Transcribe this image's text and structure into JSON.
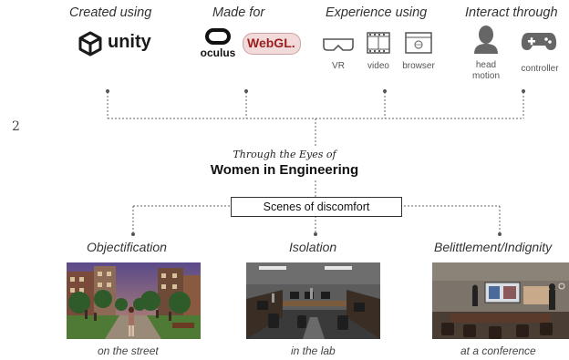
{
  "columns": [
    {
      "label": "Created using"
    },
    {
      "label": "Made for"
    },
    {
      "label": "Experience using"
    },
    {
      "label": "Interact through"
    }
  ],
  "logos": {
    "unity": "unity",
    "oculus": "oculus",
    "webgl": "WebGL."
  },
  "experience_items": [
    "VR",
    "video",
    "browser"
  ],
  "interact_items": {
    "head": "head motion",
    "controller": "controller"
  },
  "side_number": "2",
  "title": {
    "small": "Through the Eyes of",
    "big": "Women in Engineering"
  },
  "scenes_label": "Scenes of discomfort",
  "scenes": [
    {
      "category": "Objectification",
      "place": "on the street"
    },
    {
      "category": "Isolation",
      "place": "in the lab"
    },
    {
      "category": "Belittlement/Indignity",
      "place": "at a conference"
    }
  ],
  "colors": {
    "unity": "#1a1a1a",
    "webgl": "#9a1d1d",
    "dotted": "#666666"
  }
}
